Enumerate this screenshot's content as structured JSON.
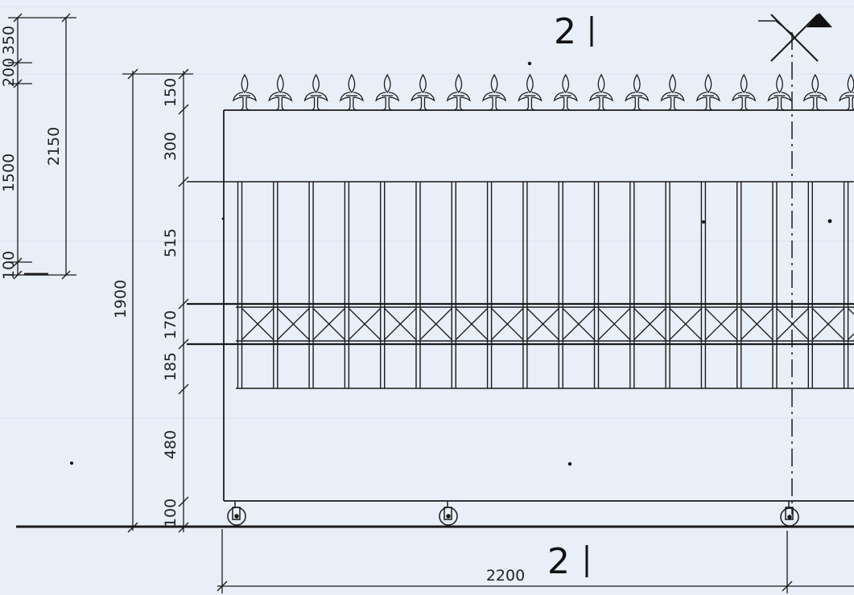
{
  "drawing": {
    "section_mark_top": "2",
    "section_mark_bottom": "2",
    "overall_width": "2200",
    "overall_height": "1900",
    "vertical_dims_main": [
      "150",
      "300",
      "515",
      "170",
      "185",
      "480",
      "100"
    ],
    "vertical_dims_secondary": {
      "top_1": "350",
      "top_2": "200",
      "middle": "1500",
      "total": "2150",
      "bottom": "100"
    }
  },
  "colors": {
    "paper": "#e9eff8",
    "ink": "#1a1a1a"
  },
  "icons": {
    "section_flag": "section-flag-icon",
    "finial": "fleur-de-lis-finial-icon",
    "wheel": "caster-wheel-icon"
  }
}
